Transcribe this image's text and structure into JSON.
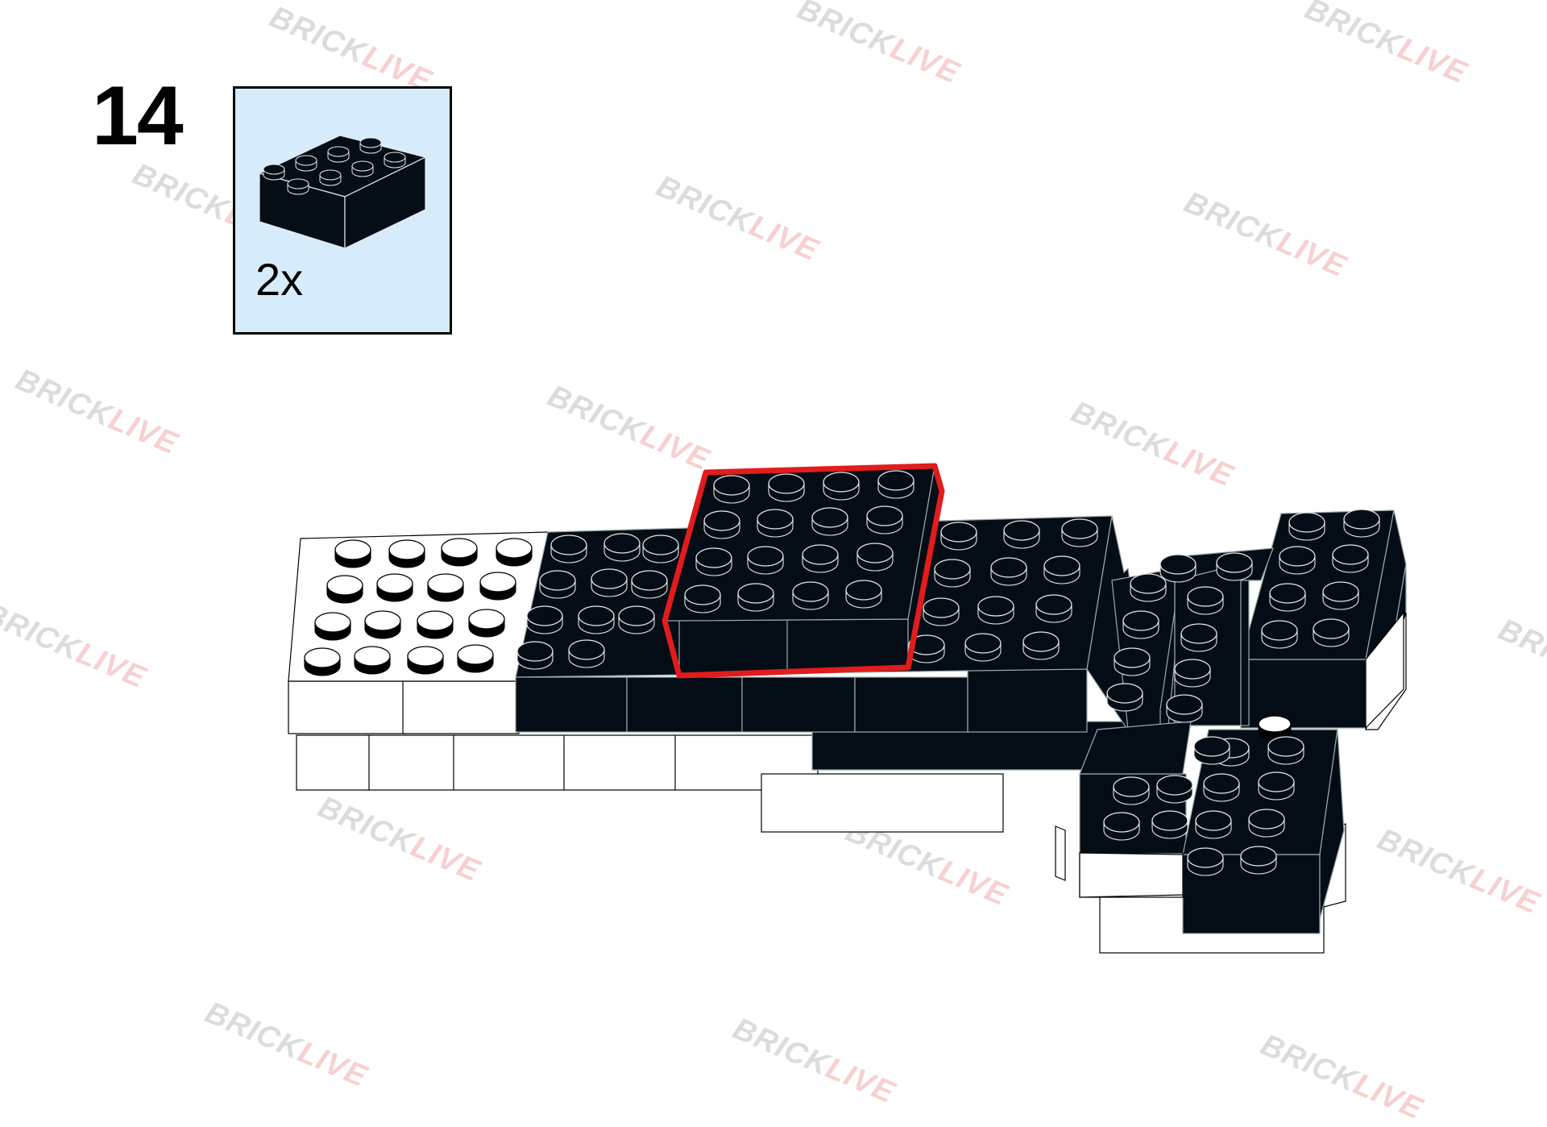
{
  "step": {
    "number": "14"
  },
  "parts_callout": {
    "quantity": "2x",
    "part": {
      "color": "#050d16",
      "stud_color": "#050d16"
    },
    "background": "#d6ecfb"
  },
  "watermark": {
    "word_a": "BRICK",
    "word_b": "LIVE"
  },
  "assembly": {
    "highlight_color": "#e21c1c",
    "brick_black": "#040d16",
    "brick_white": "#ffffff",
    "outline_color": "#000000"
  }
}
